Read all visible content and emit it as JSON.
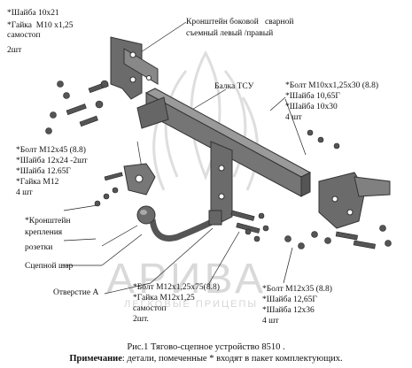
{
  "labels": {
    "washer_10x21": "*Шайба 10х21",
    "nut_m10": "*Гайка  М10 х1,25",
    "nut_m10_lock": "самостоп",
    "qty_2_a": "2шт",
    "bracket_side_1": "Кронштейн боковой   сварной",
    "bracket_side_2": "съемный левый /правый",
    "beam": "Балка ТСУ",
    "bolt_m10_1": "*Болт М10хх1,25х30 (8.8)",
    "bolt_m10_2": "*Шайба 10,65Г",
    "bolt_m10_3": "*Шайба 10х30",
    "bolt_m10_4": "4 шт",
    "bolt_m12x45_1": "*Болт М12х45 (8.8)",
    "bolt_m12x45_2": "*Шайба 12х24 -2шт",
    "bolt_m12x45_3": "*Шайба 12.65Г",
    "bolt_m12x45_4": "*Гайка М12",
    "bolt_m12x45_5": "4 шт",
    "socket_bracket_1": "*Кронштейн",
    "socket_bracket_2": "крепления",
    "socket_bracket_3": "розетки",
    "ball": "Сцепной шар",
    "hole_a": "Отверстие А",
    "bolt_m12x75_1": "*Болт М12х1,25х75(8.8)",
    "bolt_m12x75_2": "*Гайка М12х1,25",
    "bolt_m12x75_3": "самостоп",
    "bolt_m12x75_4": "2шт.",
    "bolt_m12x35_1": "*Болт М12х35 (8.8)",
    "bolt_m12x35_2": "*Шайба 12,65Г",
    "bolt_m12x35_3": "*Шайба 12х36",
    "bolt_m12x35_4": "4 шт"
  },
  "caption": {
    "figure": "Рис.1 Тягово-сцепное устройство 8510 .",
    "note_label": "Примечание",
    "note_text": ": детали, помеченные * входят в пакет комплектующих."
  },
  "watermark": {
    "brand": "АРИВА",
    "slogan": "ЛЕГКОВЫЕ ПРИЦЕПЫ"
  },
  "colors": {
    "part_fill": "#6b6b6b",
    "part_dark": "#333333",
    "watermark": "#d9d9d9"
  }
}
